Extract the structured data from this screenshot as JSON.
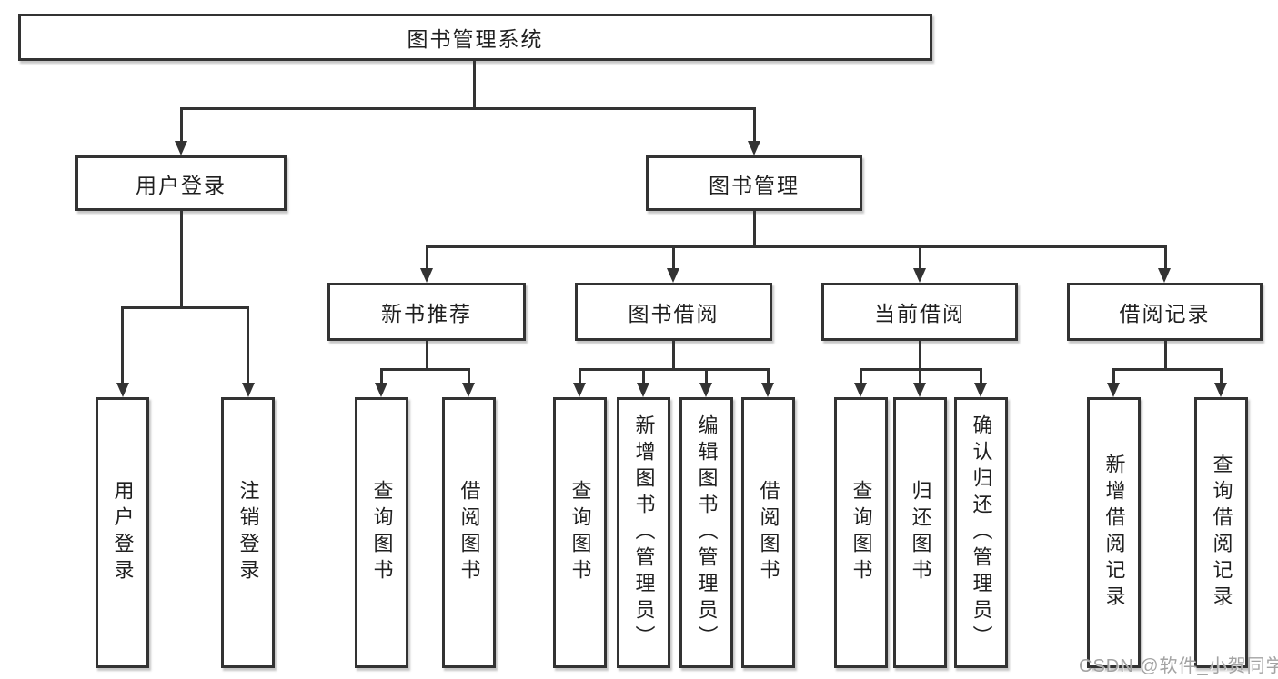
{
  "tree": {
    "label": "图书管理系统",
    "children": [
      {
        "label": "用户登录",
        "children": [
          {
            "label": "用户登录"
          },
          {
            "label": "注销登录"
          }
        ]
      },
      {
        "label": "图书管理",
        "children": [
          {
            "label": "新书推荐",
            "children": [
              {
                "label": "查询图书"
              },
              {
                "label": "借阅图书"
              }
            ]
          },
          {
            "label": "图书借阅",
            "children": [
              {
                "label": "查询图书"
              },
              {
                "label": "新增图书（管理员）"
              },
              {
                "label": "编辑图书（管理员）"
              },
              {
                "label": "借阅图书"
              }
            ]
          },
          {
            "label": "当前借阅",
            "children": [
              {
                "label": "查询图书"
              },
              {
                "label": "归还图书"
              },
              {
                "label": "确认归还（管理员）"
              }
            ]
          },
          {
            "label": "借阅记录",
            "children": [
              {
                "label": "新增借阅记录"
              },
              {
                "label": "查询借阅记录"
              }
            ]
          }
        ]
      }
    ]
  },
  "watermark": {
    "text": "CSDN @软件_小贺同学"
  },
  "colors": {
    "line": "#333333",
    "text": "#1f1f1f",
    "background": "#ffffff",
    "watermark": "#a3a3a3"
  }
}
